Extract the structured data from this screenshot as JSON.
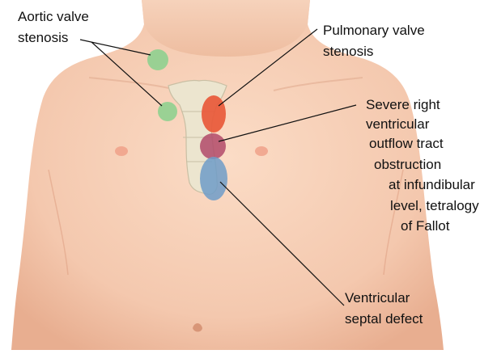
{
  "labels": {
    "aortic_line1": "Aortic valve",
    "aortic_line2": "stenosis",
    "pulmonary_line1": "Pulmonary valve",
    "pulmonary_line2": "stenosis",
    "rvot_lines": [
      "Severe right",
      "ventricular",
      "outflow tract",
      "obstruction",
      "at infundibular",
      "level, tetralogy",
      "of Fallot"
    ],
    "vsd_line1": "Ventricular",
    "vsd_line2": "septal defect"
  },
  "colors": {
    "aortic": "#8fd08f",
    "pulmonary": "#e8593a",
    "rvot": "#b24a6a",
    "vsd": "#6f9cc8",
    "skin": "#f4c7ad",
    "sternum": "#ece5cf"
  }
}
